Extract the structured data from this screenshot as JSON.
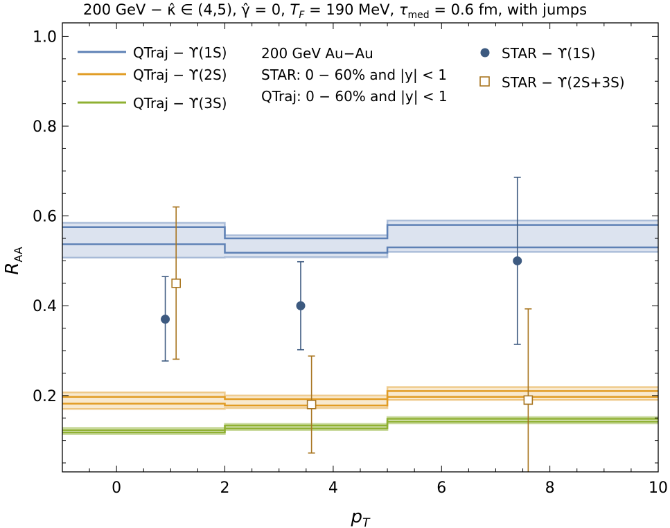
{
  "chart_data": {
    "type": "line",
    "title": "200 GeV − κ̂ ∈ (4,5), γ̂ = 0, T_F = 190 MeV, τ_med = 0.6 fm, with jumps",
    "title_parts": {
      "p1": "200 GeV − ",
      "kappa": "κ̂",
      "p2": " ∈ (4,5), ",
      "gamma": "γ̂",
      "p3": " = 0, ",
      "TF_main": "T",
      "TF_sub": "F",
      "p4": " = 190 MeV, ",
      "tau_main": "τ",
      "tau_sub": "med",
      "p5": " = 0.6 fm, with jumps"
    },
    "xlabel": "p",
    "xlabel_sub": "T",
    "ylabel": "R",
    "ylabel_sub": "AA",
    "xlim": [
      -1,
      10
    ],
    "ylim": [
      0.03,
      1.03
    ],
    "x_ticks": [
      0,
      2,
      4,
      6,
      8,
      10
    ],
    "y_ticks": [
      0.2,
      0.4,
      0.6,
      0.8,
      1.0
    ],
    "x_tick_labels": [
      "0",
      "2",
      "4",
      "6",
      "8",
      "10"
    ],
    "y_tick_labels": [
      "0.2",
      "0.4",
      "0.6",
      "0.8",
      "1.0"
    ],
    "bin_edges": [
      -1,
      2,
      5,
      10
    ],
    "grid": false,
    "legend_placement": "top",
    "colors": {
      "y1s": "#5e81b5",
      "y2s": "#e19c24",
      "y3s": "#8fb032",
      "star1s": "#3d5a80",
      "star23s": "#a8751f"
    },
    "legend_entries": [
      "QTraj − ϒ(1S)",
      "QTraj − ϒ(2S)",
      "QTraj − ϒ(3S)",
      "STAR − ϒ(1S)",
      "STAR − ϒ(2S+3S)"
    ],
    "annotations": [
      "200 GeV Au−Au",
      "STAR: 0 − 60% and |y| < 1",
      "QTraj:  0 − 60% and |y| < 1"
    ],
    "series": [
      {
        "name": "QTraj − ϒ(1S)",
        "kind": "band",
        "upper_outer": [
          0.585,
          0.557,
          0.59
        ],
        "upper_inner": [
          0.575,
          0.55,
          0.58
        ],
        "lower_inner": [
          0.537,
          0.518,
          0.53
        ],
        "lower_outer": [
          0.507,
          0.508,
          0.52
        ]
      },
      {
        "name": "QTraj − ϒ(2S)",
        "kind": "band",
        "upper_outer": [
          0.207,
          0.2,
          0.219
        ],
        "upper_inner": [
          0.197,
          0.192,
          0.21
        ],
        "lower_inner": [
          0.182,
          0.178,
          0.197
        ],
        "lower_outer": [
          0.17,
          0.172,
          0.19
        ]
      },
      {
        "name": "QTraj − ϒ(3S)",
        "kind": "band",
        "upper_outer": [
          0.128,
          0.137,
          0.152
        ],
        "upper_inner": [
          0.123,
          0.133,
          0.148
        ],
        "lower_inner": [
          0.118,
          0.127,
          0.142
        ],
        "lower_outer": [
          0.114,
          0.123,
          0.138
        ]
      },
      {
        "name": "STAR − ϒ(1S)",
        "kind": "points",
        "marker": "circle",
        "points": [
          {
            "x": 0.9,
            "y": 0.37,
            "ylo": 0.277,
            "yhi": 0.465
          },
          {
            "x": 3.4,
            "y": 0.4,
            "ylo": 0.302,
            "yhi": 0.498
          },
          {
            "x": 7.4,
            "y": 0.5,
            "ylo": 0.314,
            "yhi": 0.686
          }
        ]
      },
      {
        "name": "STAR − ϒ(2S+3S)",
        "kind": "points",
        "marker": "open-square",
        "points": [
          {
            "x": 1.1,
            "y": 0.45,
            "ylo": 0.281,
            "yhi": 0.62
          },
          {
            "x": 3.6,
            "y": 0.18,
            "ylo": 0.072,
            "yhi": 0.288
          },
          {
            "x": 7.6,
            "y": 0.19,
            "ylo": 0.03,
            "yhi": 0.393
          }
        ]
      }
    ]
  }
}
